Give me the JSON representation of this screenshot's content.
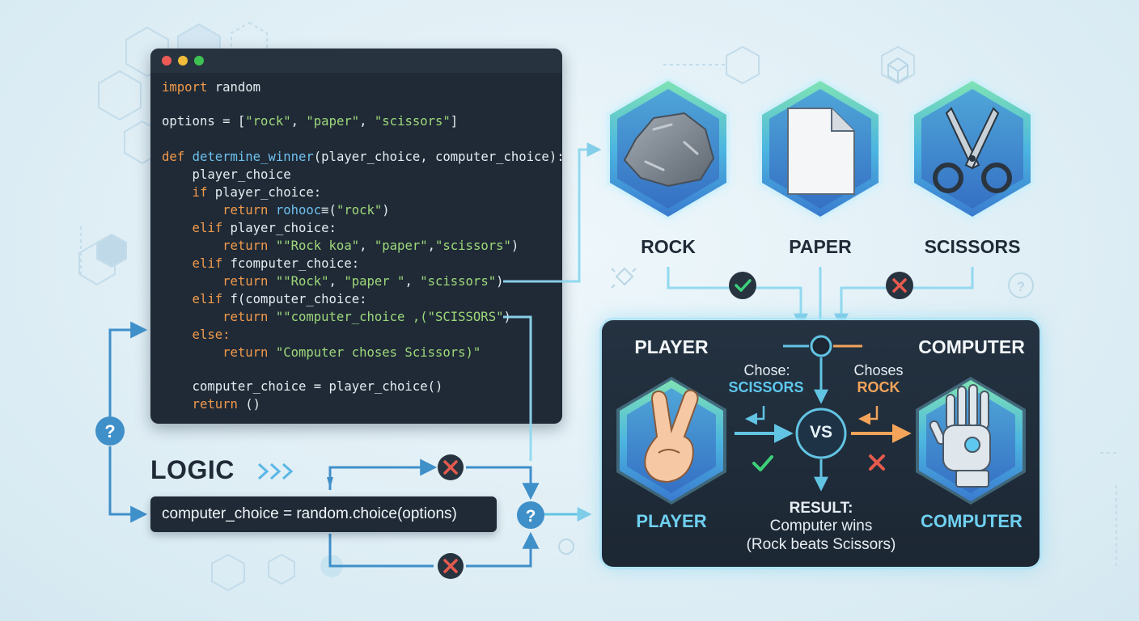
{
  "code": {
    "lines": [
      [
        {
          "t": "import",
          "c": "kw"
        },
        {
          "t": " random",
          "c": "tx"
        }
      ],
      [],
      [
        {
          "t": "options = [",
          "c": "tx"
        },
        {
          "t": "\"rock\"",
          "c": "str"
        },
        {
          "t": ", ",
          "c": "tx"
        },
        {
          "t": "\"paper\"",
          "c": "str"
        },
        {
          "t": ", ",
          "c": "tx"
        },
        {
          "t": "\"scissors\"",
          "c": "str"
        },
        {
          "t": "]",
          "c": "tx"
        }
      ],
      [],
      [
        {
          "t": "def ",
          "c": "kw"
        },
        {
          "t": "determine_winner",
          "c": "fn"
        },
        {
          "t": "(player_choice, computer_choice):",
          "c": "tx"
        }
      ],
      [
        {
          "t": "    player_choice",
          "c": "tx"
        }
      ],
      [
        {
          "t": "    if ",
          "c": "kw"
        },
        {
          "t": "player_choice:",
          "c": "tx"
        }
      ],
      [
        {
          "t": "        return ",
          "c": "kw"
        },
        {
          "t": "rohooc",
          "c": "fn"
        },
        {
          "t": "≡(",
          "c": "tx"
        },
        {
          "t": "\"rock\"",
          "c": "str"
        },
        {
          "t": ")",
          "c": "tx"
        }
      ],
      [
        {
          "t": "    elif ",
          "c": "kw"
        },
        {
          "t": "player_choice:",
          "c": "tx"
        }
      ],
      [
        {
          "t": "        return ",
          "c": "kw"
        },
        {
          "t": "\"\"Rock koa\"",
          "c": "str"
        },
        {
          "t": ", ",
          "c": "tx"
        },
        {
          "t": "\"paper\"",
          "c": "str"
        },
        {
          "t": ",",
          "c": "tx"
        },
        {
          "t": "\"scissors\"",
          "c": "str"
        },
        {
          "t": ")",
          "c": "tx"
        }
      ],
      [
        {
          "t": "    elif ",
          "c": "kw"
        },
        {
          "t": "fcomputer_choice:",
          "c": "tx"
        }
      ],
      [
        {
          "t": "        return ",
          "c": "kw"
        },
        {
          "t": "\"\"Rock\"",
          "c": "str"
        },
        {
          "t": ", ",
          "c": "tx"
        },
        {
          "t": "\"paper \"",
          "c": "str"
        },
        {
          "t": ", ",
          "c": "tx"
        },
        {
          "t": "\"scissors\"",
          "c": "str"
        },
        {
          "t": ")",
          "c": "tx"
        }
      ],
      [
        {
          "t": "    elif ",
          "c": "kw"
        },
        {
          "t": "f(computer_choice:",
          "c": "tx"
        }
      ],
      [
        {
          "t": "        return ",
          "c": "kw"
        },
        {
          "t": "\"\"computer_choice ,(\"SCISSORS\"",
          "c": "str"
        },
        {
          "t": ")",
          "c": "tx"
        }
      ],
      [
        {
          "t": "    else:",
          "c": "kw"
        }
      ],
      [
        {
          "t": "        return ",
          "c": "kw"
        },
        {
          "t": "\"Computer choses Scissors)\"",
          "c": "str"
        }
      ],
      [],
      [
        {
          "t": "    computer_choice = player_choice()",
          "c": "tx"
        }
      ],
      [
        {
          "t": "    return ",
          "c": "kw"
        },
        {
          "t": "()",
          "c": "tx"
        }
      ]
    ]
  },
  "logic": {
    "title": "LOGIC",
    "expression": "computer_choice = random.choice(options)"
  },
  "choices": {
    "rock": "ROCK",
    "paper": "PAPER",
    "scissors": "SCISSORS"
  },
  "result_panel": {
    "player_heading": "PLAYER",
    "computer_heading": "COMPUTER",
    "player_chose_label": "Chose:",
    "player_chose_value": "SCISSORS",
    "computer_chose_label": "Choses",
    "computer_chose_value": "ROCK",
    "vs": "VS",
    "player_caption": "PLAYER",
    "computer_caption": "COMPUTER",
    "result_label": "RESULT:",
    "result_line1": "Computer wins",
    "result_line2": "(Rock beats Scissors)"
  },
  "icons": {
    "decision": "?",
    "success": "check-icon",
    "failure": "cross-icon"
  },
  "colors": {
    "accent_cyan": "#6fd0f0",
    "accent_orange": "#f3a45a",
    "dark_panel": "#1f2a36",
    "success_green": "#3dd07a",
    "failure_red": "#e65a4e",
    "flow_blue": "#3f8fc9"
  }
}
